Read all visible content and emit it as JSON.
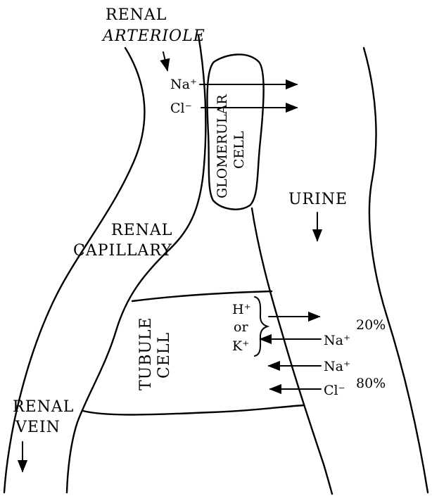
{
  "labels": {
    "renal_arteriole_line1": "RENAL",
    "renal_arteriole_line2": "ARTERIOLE",
    "glomerular_cell_line1": "GLOMERULAR",
    "glomerular_cell_line2": "CELL",
    "urine": "URINE",
    "renal_capillary_line1": "RENAL",
    "renal_capillary_line2": "CAPILLARY",
    "tubule_cell_line1": "TUBULE",
    "tubule_cell_line2": "CELL",
    "renal_vein_line1": "RENAL",
    "renal_vein_line2": "VEIN"
  },
  "glomerular_ions": {
    "sodium": "Na⁺",
    "chloride": "Cl⁻"
  },
  "tubule_ions": {
    "hydrogen": "H⁺",
    "or": "or",
    "potassium": "K⁺",
    "sodium_1": "Na⁺",
    "sodium_2": "Na⁺",
    "chloride": "Cl⁻"
  },
  "percentages": {
    "upper": "20%",
    "lower": "80%"
  }
}
